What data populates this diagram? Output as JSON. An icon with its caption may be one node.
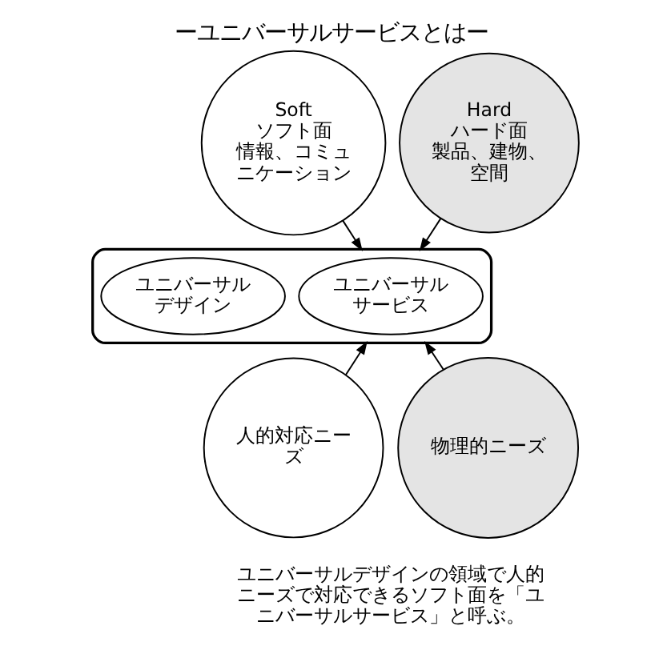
{
  "diagram": {
    "title": "ーユニバーサルサービスとはー",
    "caption": "ユニバーサルデザインの領域で人的ニーズで対応できるソフト面を「ユニバーサルサービス」と呼ぶ。",
    "nodes": [
      {
        "text": [
          "Soft",
          "ソフト面",
          "情報、コミュニケーション"
        ]
      },
      {
        "text": [
          "Hard",
          "ハード面",
          "製品、建物、空間"
        ]
      },
      {
        "text": [],
        "shape": "box"
      },
      {
        "text": [
          "ユニバーサルサービス"
        ],
        "in": 2
      },
      {
        "text": [
          "ユニバーサルデザイン"
        ],
        "in": 2
      },
      {
        "text": [
          "人的対応ニーズ"
        ]
      },
      {
        "text": [
          "物理的ニーズ"
        ]
      }
    ],
    "edges": [
      {
        "from": 0,
        "to": 2,
        "arrow": "to"
      },
      {
        "from": 1,
        "to": 2,
        "arrow": "to"
      },
      {
        "from": 5,
        "to": 2,
        "arrow": "to"
      },
      {
        "from": 6,
        "to": 2,
        "arrow": "to"
      }
    ]
  }
}
